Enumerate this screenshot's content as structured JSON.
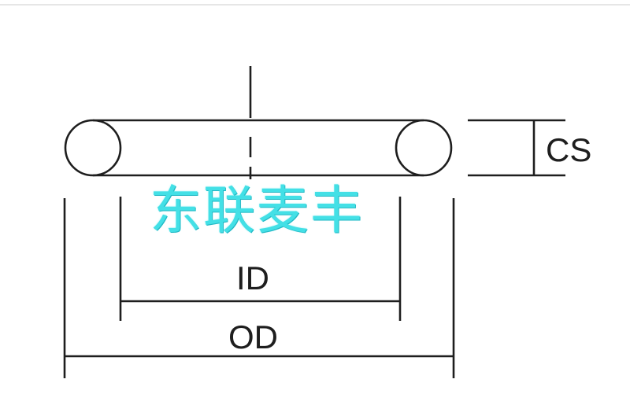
{
  "labels": {
    "cs": "CS",
    "id": "ID",
    "od": "OD"
  },
  "watermark": {
    "text": "东联麦丰",
    "color": "#43e0e6"
  },
  "colors": {
    "line": "#1e1e1e",
    "background": "#ffffff"
  }
}
